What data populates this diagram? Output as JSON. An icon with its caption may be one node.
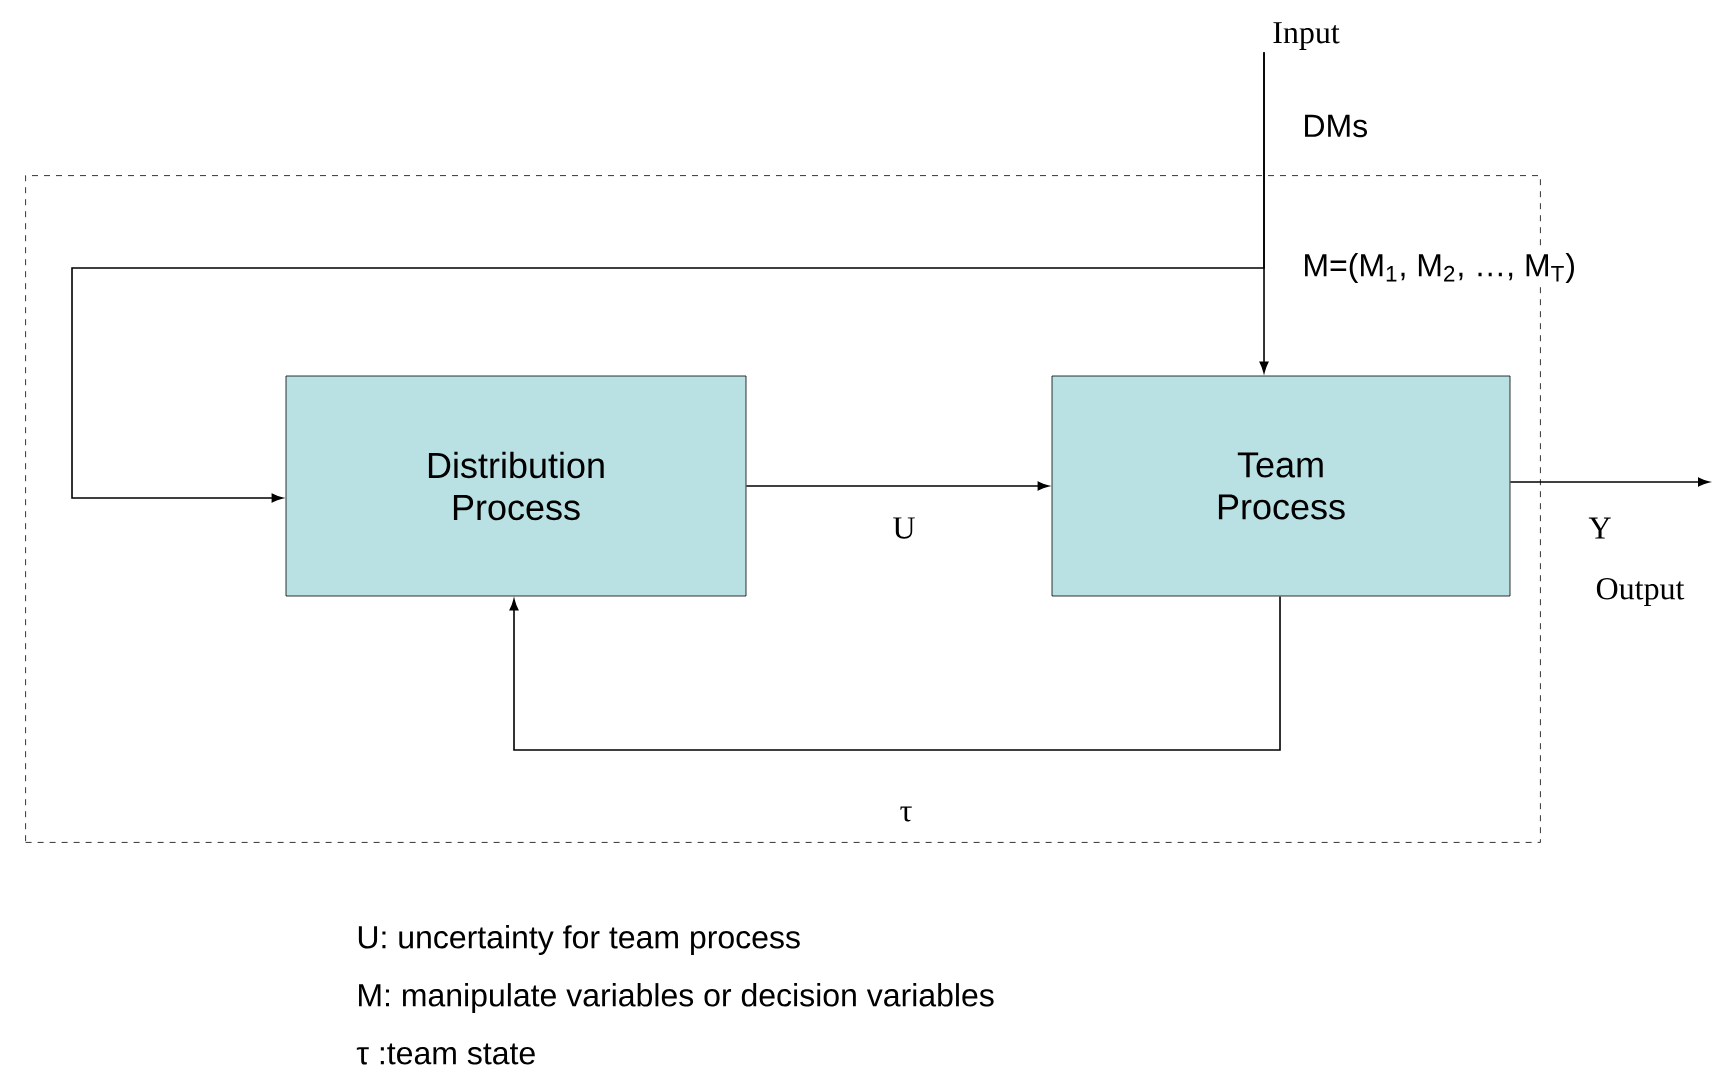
{
  "diagram": {
    "nodes": [
      {
        "text": [],
        "shape": "box"
      },
      {
        "text": [
          "Distribution Process"
        ],
        "in": 0
      },
      {
        "text": [
          "Team Process"
        ],
        "in": 0
      },
      {
        "text": [
          "Input"
        ]
      }
    ],
    "edges": [
      {
        "from": 3,
        "to": 2,
        "arrow": "to",
        "label": "DMs"
      },
      {
        "from": 3,
        "to": 1,
        "arrow": "to",
        "label": "M=(M$_{1}$, M$_{2}$, …, M$_{T}$)"
      },
      {
        "from": 1,
        "to": 2,
        "arrow": "to",
        "label": "U"
      },
      {
        "from": 2,
        "to": null,
        "arrow": "to",
        "label": "Y"
      },
      {
        "from": 2,
        "to": 1,
        "arrow": "to",
        "label": "τ"
      }
    ],
    "labels": [
      "Output",
      "U: uncertainty for team process",
      "M: manipulate variables or decision variables",
      "τ :team state"
    ]
  }
}
